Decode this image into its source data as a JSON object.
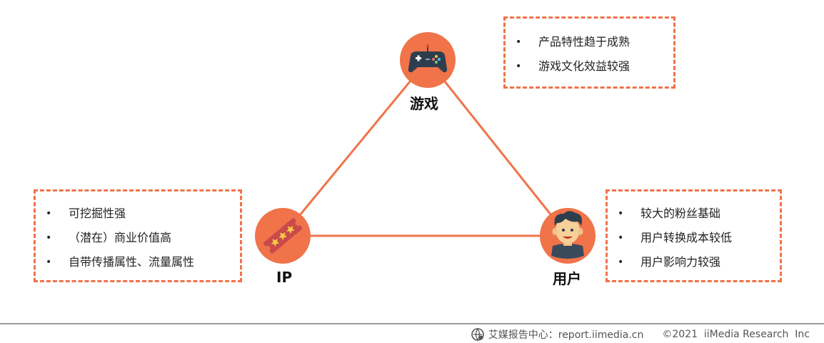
{
  "nodes": {
    "game": {
      "label": "游戏",
      "icon": "gamepad-icon"
    },
    "ip": {
      "label": "IP",
      "icon": "ticket-stars-icon"
    },
    "user": {
      "label": "用户",
      "icon": "person-face-icon"
    }
  },
  "boxes": {
    "game": {
      "items": [
        "产品特性趋于成熟",
        "游戏文化效益较强"
      ]
    },
    "ip": {
      "items": [
        "可挖掘性强",
        "（潜在）商业价值高",
        "自带传播属性、流量属性"
      ]
    },
    "user": {
      "items": [
        "较大的粉丝基础",
        "用户转换成本较低",
        "用户影响力较强"
      ]
    }
  },
  "footer": {
    "source": "艾媒报告中心：report.iimedia.cn",
    "copyright": "©2021  iiMedia Research  Inc",
    "icon": "iimedia-logo-icon"
  },
  "colors": {
    "accent": "#f0734a",
    "dashed_border": "#f0734a",
    "node_fill": "#f0734a"
  }
}
